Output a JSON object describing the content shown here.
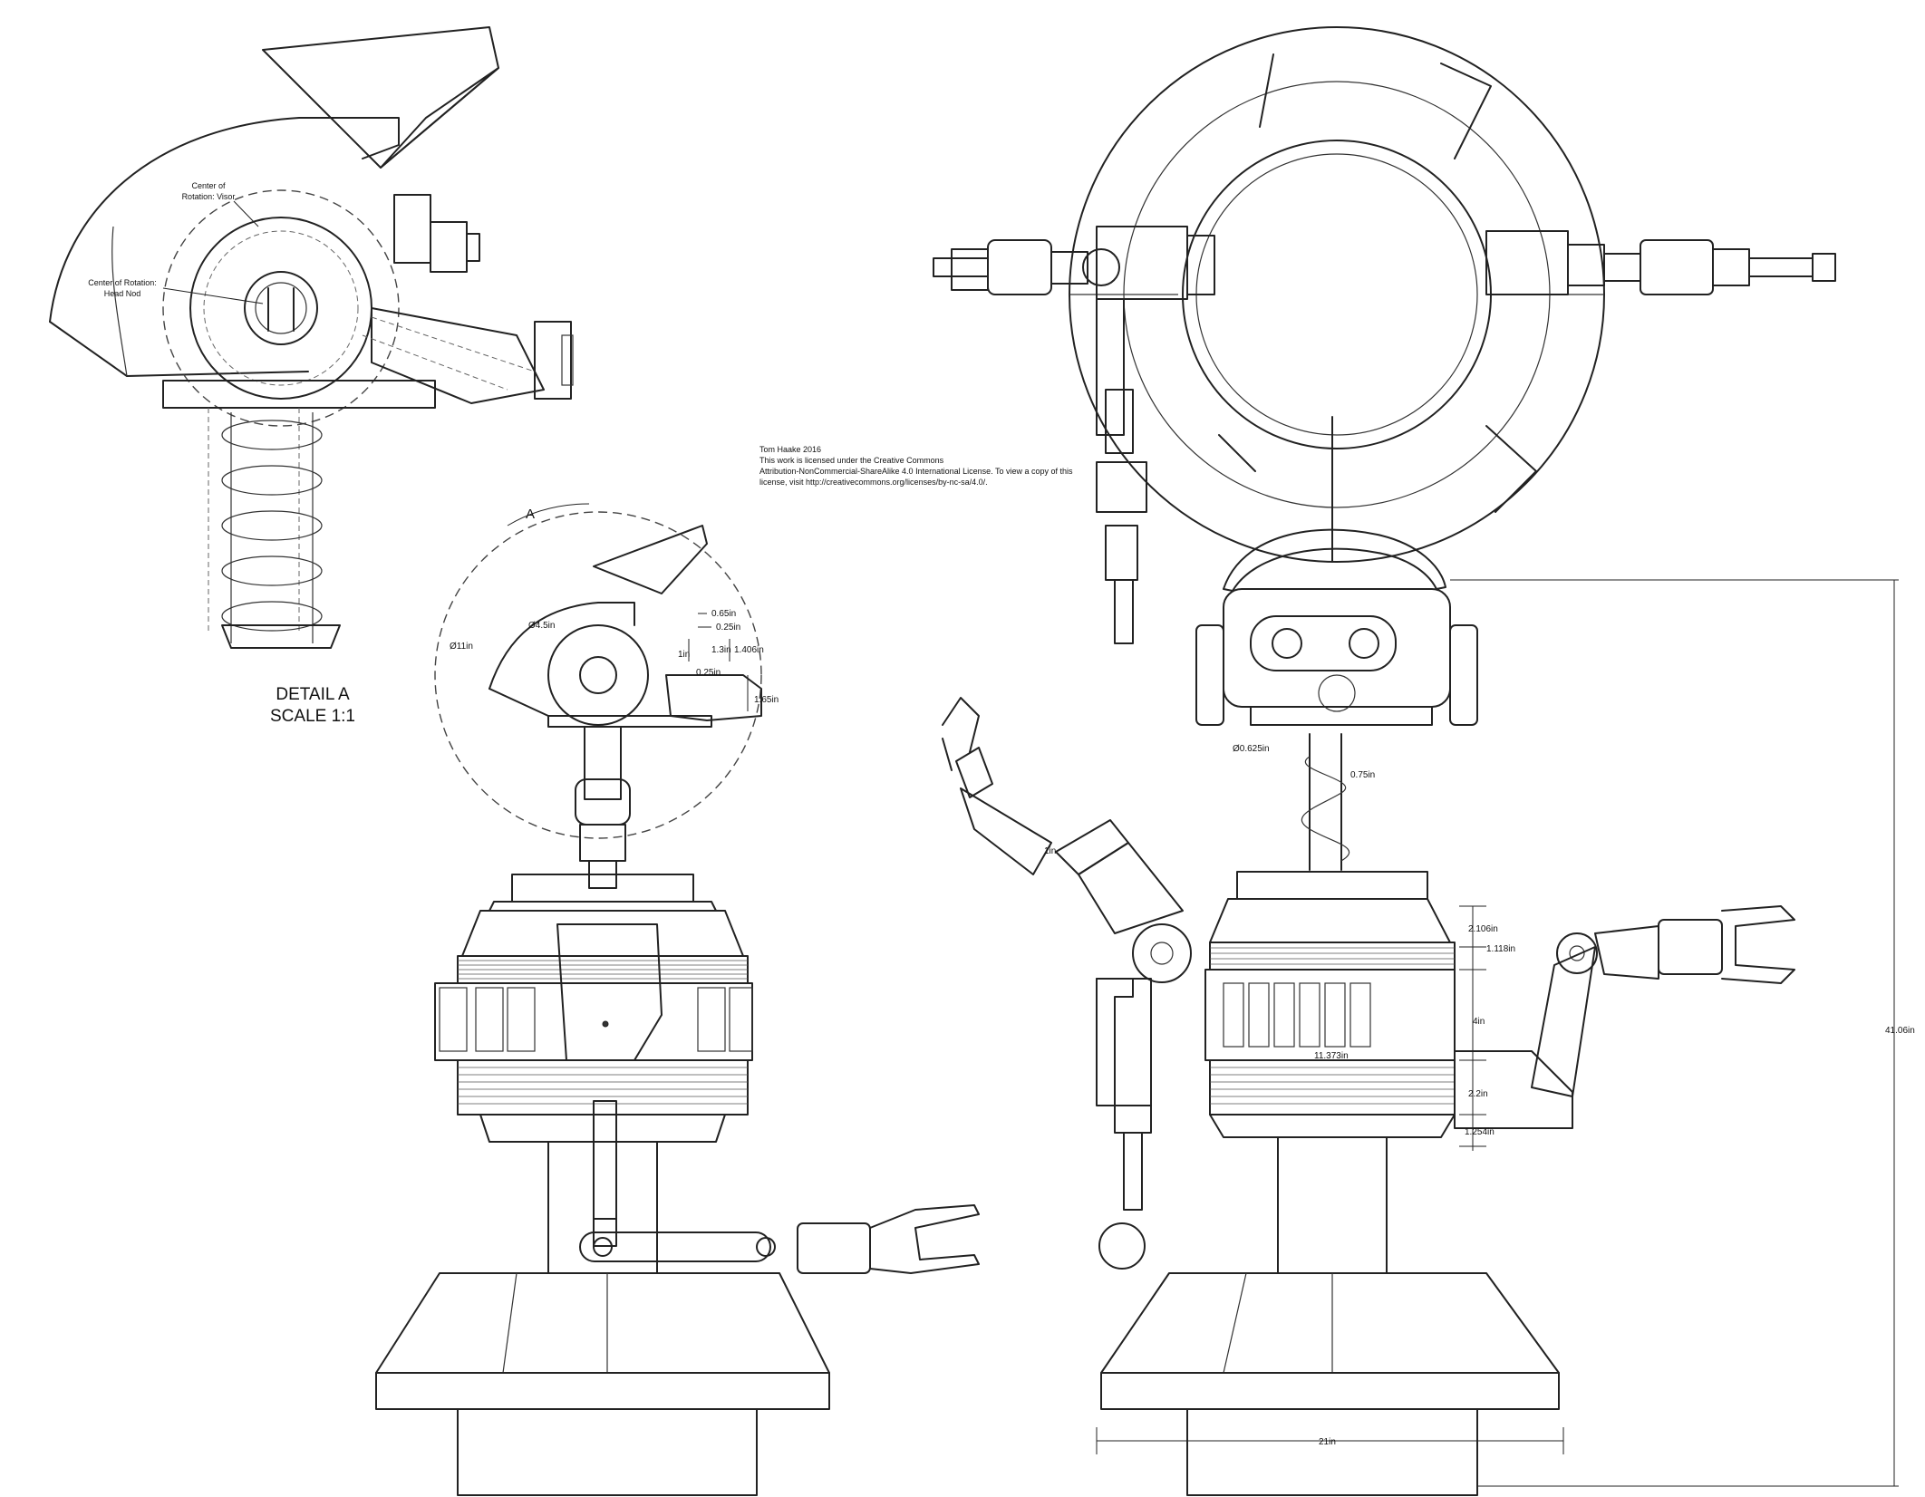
{
  "credit": {
    "line1": "Tom Haake 2016",
    "line2": "This work is licensed under the Creative Commons",
    "line3": "Attribution-NonCommercial-ShareAlike 4.0 International License. To view a copy of this",
    "line4": "license, visit http://creativecommons.org/licenses/by-nc-sa/4.0/."
  },
  "detail": {
    "title": "DETAIL A",
    "scale": "SCALE 1:1",
    "marker": "A",
    "visor_center_1": "Center of",
    "visor_center_2": "Rotation: Visor",
    "head_center_1": "Center of Rotation:",
    "head_center_2": "Head Nod"
  },
  "dimensions": {
    "d065": "0.65in",
    "d025a": "0.25in",
    "d13": "1.3in",
    "d1406": "1.406in",
    "d1": "1in",
    "d025b": "0.25in",
    "d165": "1.65in",
    "dia45": "Ø4.5in",
    "dia11": "Ø11in",
    "dia0625": "Ø0.625in",
    "d075": "0.75in",
    "d1arm": "1in",
    "d2106": "2.106in",
    "d1118": "1.118in",
    "d4": "4in",
    "d11373": "11.373in",
    "d22": "2.2in",
    "d1254": "1.254in",
    "d4106": "41.06in",
    "d21": "21in"
  }
}
